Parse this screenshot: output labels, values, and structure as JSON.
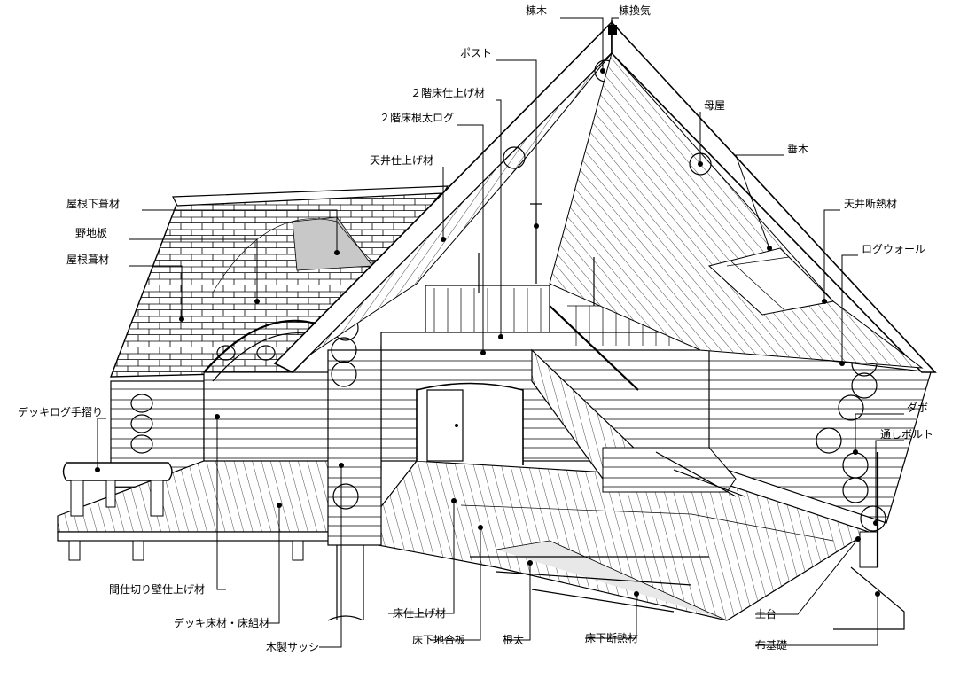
{
  "labels": {
    "ridge_beam": "棟木",
    "ridge_vent": "棟換気",
    "post": "ポスト",
    "second_floor_finish": "２階床仕上げ材",
    "second_floor_joist_log": "２階床根太ログ",
    "ceiling_finish": "天井仕上げ材",
    "purlin": "母屋",
    "rafter": "垂木",
    "ceiling_insulation": "天井断熱材",
    "log_wall": "ログウォール",
    "roof_underlayment": "屋根下葺材",
    "sheathing": "野地板",
    "roofing": "屋根葺材",
    "deck_log_handrail": "デッキログ手摺り",
    "dowel": "ダボ",
    "through_bolt": "通しボルト",
    "partition_finish": "間仕切り壁仕上げ材",
    "deck_floor_framing": "デッキ床材・床組材",
    "wooden_sash": "木製サッシ",
    "floor_finish": "床仕上げ材",
    "subfloor_plywood": "床下地合板",
    "joist": "根太",
    "underfloor_insulation": "床下断熱材",
    "sill": "土台",
    "strip_foundation": "布基礎"
  }
}
